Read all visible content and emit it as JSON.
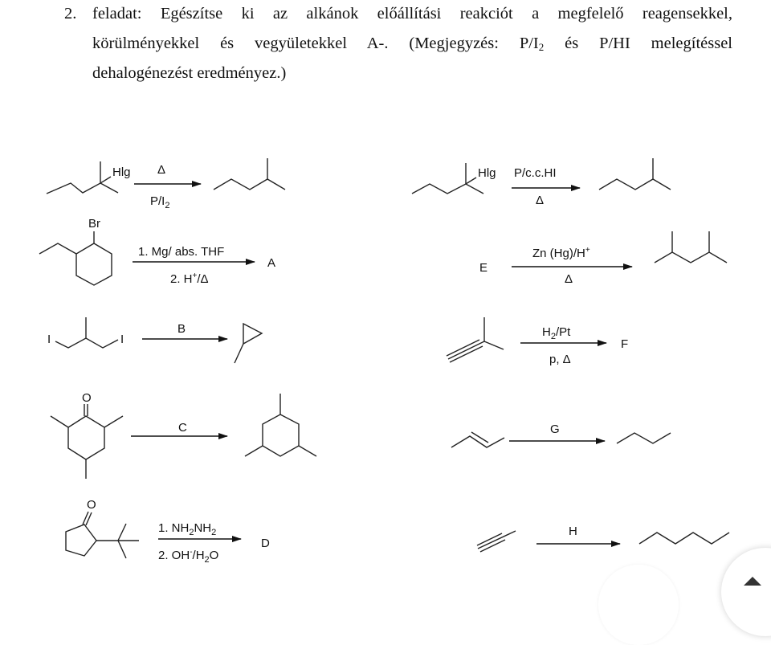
{
  "task": {
    "number": "2.",
    "line1": "feladat: Egészítse ki az alkánok előállítási reakciót a megfelelő reagensekkel,",
    "line2_a": "körülményekkel és vegyületekkel A-. (Megjegyzés: P/I",
    "line2_sub": "2",
    "line2_b": " és P/HI melegítéssel",
    "line3": "dehalogénezést eredményez.)"
  },
  "reactions": {
    "r1": {
      "substituent": "Hlg",
      "above": "Δ",
      "below_main": "P/I",
      "below_sub": "2"
    },
    "r2": {
      "substituent": "Br",
      "above": "1. Mg/ abs. THF",
      "below_a": "2. H",
      "below_sup": "+",
      "below_b": "/Δ",
      "product": "A"
    },
    "r3": {
      "left_i": "I",
      "right_i": "I",
      "above": "B"
    },
    "r4": {
      "oxygen": "O",
      "above": "C"
    },
    "r5": {
      "oxygen": "O",
      "above_a": "1. NH",
      "above_s1": "2",
      "above_b": "NH",
      "above_s2": "2",
      "below_a": "2. OH",
      "below_sup": "-",
      "below_b": "/H",
      "below_s": "2",
      "below_c": "O",
      "product": "D"
    },
    "r6": {
      "substituent": "Hlg",
      "above": "P/c.c.HI",
      "below": "Δ"
    },
    "r7": {
      "reactant": "E",
      "above_a": "Zn (Hg)/H",
      "above_sup": "+",
      "below": "Δ"
    },
    "r8": {
      "above_a": "H",
      "above_s": "2",
      "above_b": "/Pt",
      "below": "p, Δ",
      "product": "F"
    },
    "r9": {
      "above": "G"
    },
    "r10": {
      "above": "H"
    }
  }
}
